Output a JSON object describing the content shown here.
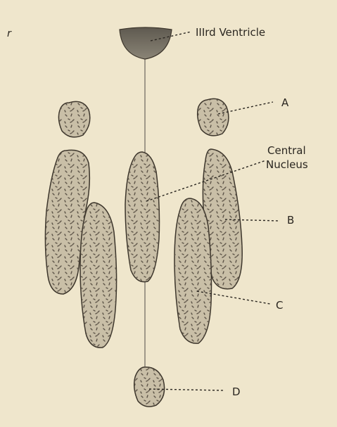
{
  "diagram": {
    "labels": {
      "ventricle": "IIIrd Ventricle",
      "a": "A",
      "central_line1": "Central",
      "central_line2": "Nucleus",
      "b": "B",
      "c": "C",
      "d": "D"
    },
    "stray_mark": "r",
    "colors": {
      "background": "#efe6cc",
      "nucleus_fill": "#c9bfa7",
      "nucleus_outline": "#3c352b",
      "speckle": "#5d5448",
      "ventricle_fill": "#7d7669",
      "ventricle_dark": "#5f5a50"
    }
  }
}
